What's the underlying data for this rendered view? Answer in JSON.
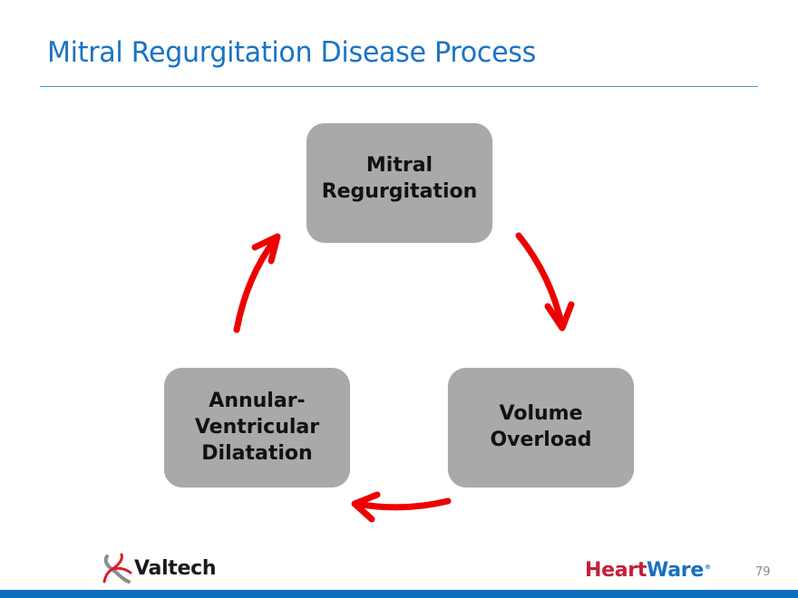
{
  "slide": {
    "title": "Mitral Regurgitation Disease Process",
    "page_number": "79"
  },
  "diagram": {
    "type": "cycle",
    "nodes": [
      {
        "id": "top",
        "label": "Mitral\nRegurgitation"
      },
      {
        "id": "right",
        "label": "Volume\nOverload"
      },
      {
        "id": "left",
        "label": "Annular-\nVentricular\nDilatation"
      }
    ],
    "edges": [
      {
        "from": "Mitral Regurgitation",
        "to": "Volume Overload"
      },
      {
        "from": "Volume Overload",
        "to": "Annular-Ventricular Dilatation"
      },
      {
        "from": "Annular-Ventricular Dilatation",
        "to": "Mitral Regurgitation"
      }
    ],
    "colors": {
      "node_fill": "#a9a9a9",
      "arrow": "#ee0000",
      "title": "#1a73c4"
    }
  },
  "footer": {
    "left_logo": "Valtech",
    "right_logo_part1": "Heart",
    "right_logo_part2": "Ware",
    "right_logo_reg": "®",
    "bar_color": "#0b6fc0"
  }
}
